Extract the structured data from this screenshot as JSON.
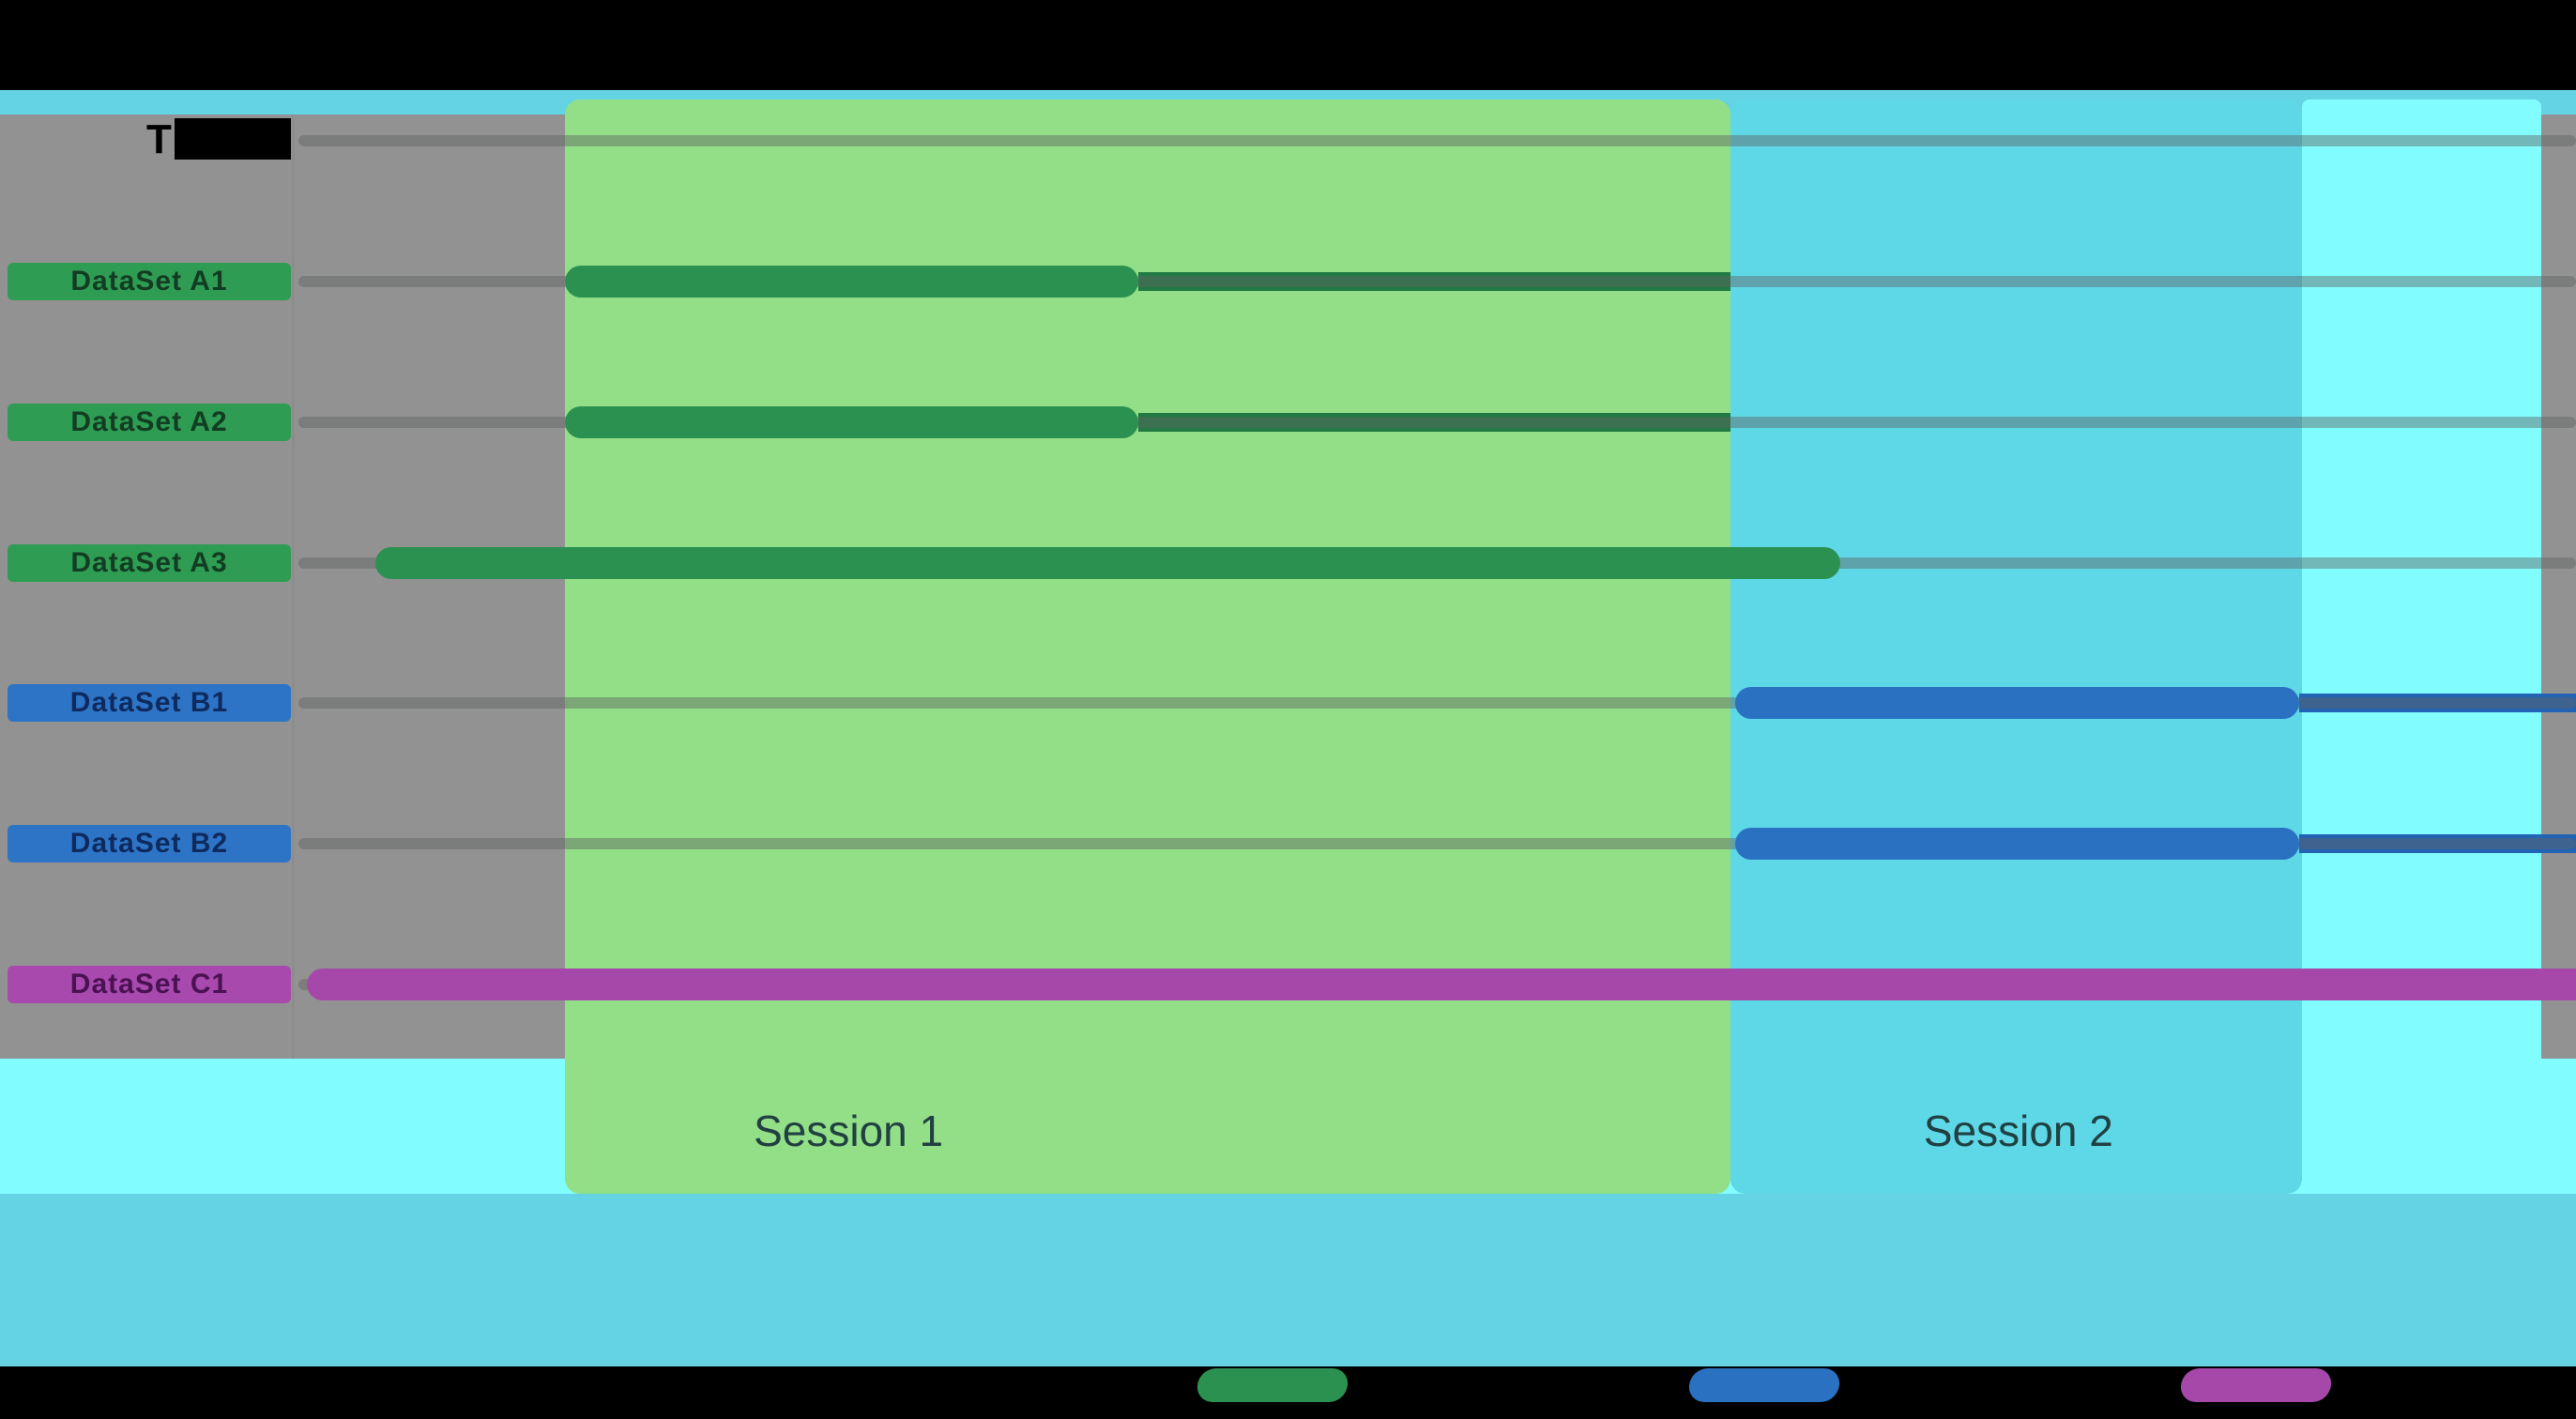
{
  "header": {
    "visible_text": "T"
  },
  "colors": {
    "page_background": "#000000",
    "figure_background": "#64d3e3",
    "plot_background": "#929292",
    "session1_band": "#92df87",
    "session2_band": "#5ed7e7",
    "aqua_band": "#81fdff",
    "group_a": "#2b9151",
    "group_a_tail": "#217a43",
    "group_b": "#2a71c1",
    "group_b_tail": "#2363b4",
    "group_c": "#a648a9",
    "chip_a_bg": "#2f9c53",
    "chip_a_text": "#123d22",
    "chip_b_bg": "#2e74c6",
    "chip_b_text": "#0e2a5e",
    "chip_c_bg": "#a849ad",
    "chip_c_text": "#4a1253",
    "gridline": "rgba(96,100,97,0.45)",
    "session_label_text": "#214041"
  },
  "chart_data": {
    "type": "gantt",
    "title": "",
    "xlabel": "",
    "ylabel": "",
    "x_axis_ticks_visible": false,
    "grid": "horizontal row track lines",
    "legend_position": "bottom",
    "x_range_pct": [
      0,
      100
    ],
    "rows": [
      {
        "label": "DataSet A1",
        "group": "A",
        "color": "#2b9151",
        "bar": {
          "start_pct": 12.0,
          "end_pct": 37.1
        },
        "tail": {
          "start_pct": 37.1,
          "end_pct": 63.0
        }
      },
      {
        "label": "DataSet A2",
        "group": "A",
        "color": "#2b9151",
        "bar": {
          "start_pct": 12.0,
          "end_pct": 37.1
        },
        "tail": {
          "start_pct": 37.1,
          "end_pct": 63.0
        }
      },
      {
        "label": "DataSet A3",
        "group": "A",
        "color": "#2b9151",
        "bar": {
          "start_pct": 3.7,
          "end_pct": 67.8
        },
        "tail": null
      },
      {
        "label": "DataSet B1",
        "group": "B",
        "color": "#2a71c1",
        "bar": {
          "start_pct": 63.2,
          "end_pct": 87.9
        },
        "tail": {
          "start_pct": 87.9,
          "end_pct": 100
        }
      },
      {
        "label": "DataSet B2",
        "group": "B",
        "color": "#2a71c1",
        "bar": {
          "start_pct": 63.2,
          "end_pct": 87.9
        },
        "tail": {
          "start_pct": 87.9,
          "end_pct": 100
        }
      },
      {
        "label": "DataSet C1",
        "group": "C",
        "color": "#a648a9",
        "bar": {
          "start_pct": 0.7,
          "end_pct": 100
        },
        "tail": null
      }
    ],
    "bands": [
      {
        "label": "Session 1",
        "start_pct": 12.0,
        "end_pct": 63.0,
        "color": "#92df87",
        "label_center_pct": 24.4
      },
      {
        "label": "Session 2",
        "start_pct": 63.0,
        "end_pct": 88.0,
        "color": "#5ed7e7",
        "label_center_pct": 75.6
      },
      {
        "label": "",
        "start_pct": 88.0,
        "end_pct": 98.5,
        "color": "#81fdff",
        "label_center_pct": null
      }
    ],
    "legend": [
      {
        "swatch_color": "#2b9151",
        "label_visible": ""
      },
      {
        "swatch_color": "#2a71c1",
        "label_visible": ""
      },
      {
        "swatch_color": "#a648a9",
        "label_visible": ""
      }
    ]
  },
  "geometry_note": "no numeric axis labels are visible in the image"
}
